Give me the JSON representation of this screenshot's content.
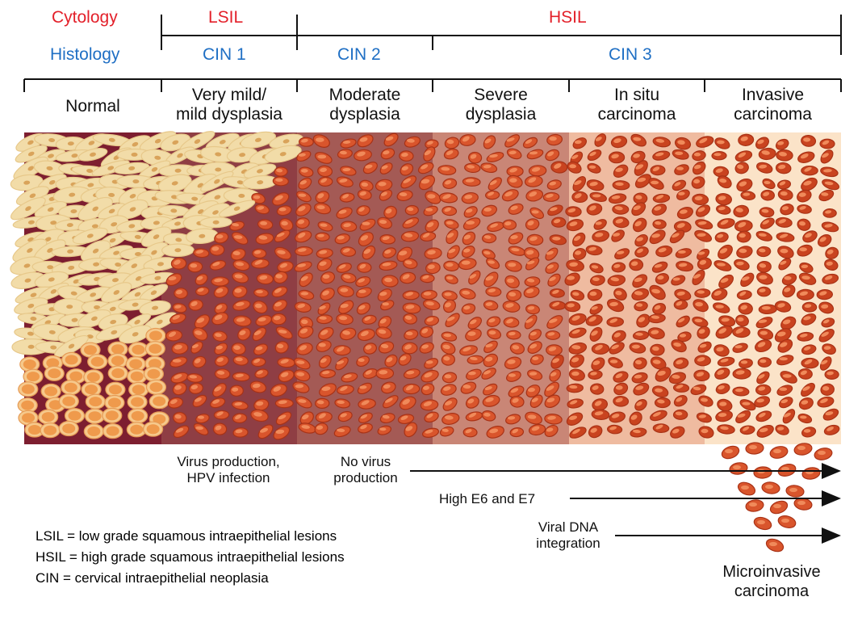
{
  "rows": {
    "cytology_label": "Cytology",
    "histology_label": "Histology"
  },
  "cytology": {
    "lsil": "LSIL",
    "hsil": "HSIL"
  },
  "histology": {
    "cin1": "CIN 1",
    "cin2": "CIN 2",
    "cin3": "CIN 3"
  },
  "stages": [
    {
      "label": "Normal"
    },
    {
      "label": "Very mild/\nmild dysplasia"
    },
    {
      "label": "Moderate\ndysplasia"
    },
    {
      "label": "Severe\ndysplasia"
    },
    {
      "label": "In situ\ncarcinoma"
    },
    {
      "label": "Invasive\ncarcinoma"
    }
  ],
  "events": {
    "virus_production": "Virus production,\nHPV infection",
    "no_virus_production": "No virus\nproduction",
    "high_e6_e7": "High E6 and E7",
    "viral_dna_integration": "Viral DNA\nintegration"
  },
  "microinvasive": "Microinvasive\ncarcinoma",
  "legend": {
    "lsil_def": "LSIL = low grade squamous intraepithelial lesions",
    "hsil_def": "HSIL = high grade squamous intraepithelial lesions",
    "cin_def": "CIN = cervical intraepithelial neoplasia"
  },
  "colors": {
    "cytology_text": "#e3202a",
    "histology_text": "#1f6fc4",
    "normal_bg": "#7d1e30",
    "mild_bg": "#8f3e44",
    "moderate_bg": "#a45a55",
    "severe_bg": "#c98676",
    "insitu_bg": "#efbba0",
    "invasive_bg": "#fbe3c8",
    "normal_cell": "#f2dca8",
    "nucleus": "#d98a3a",
    "malignant_cell": "#e0542a"
  }
}
